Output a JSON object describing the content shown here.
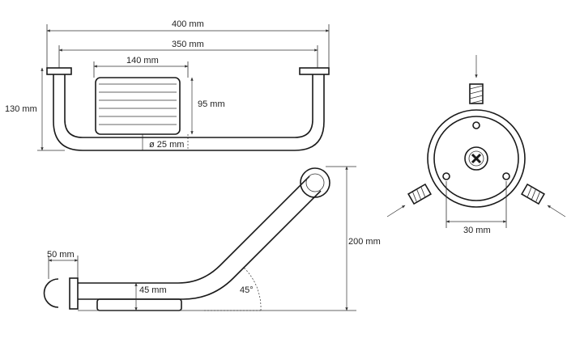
{
  "dimensions": {
    "overall_width": "400 mm",
    "mount_spacing": "350 mm",
    "basket_width": "140 mm",
    "height": "130 mm",
    "basket_height": "95 mm",
    "tube_diameter": "ø 25 mm",
    "flange_width": "50 mm",
    "basket_side_height": "45 mm",
    "angle": "45°",
    "total_height": "200 mm",
    "screw_spacing": "30 mm"
  }
}
